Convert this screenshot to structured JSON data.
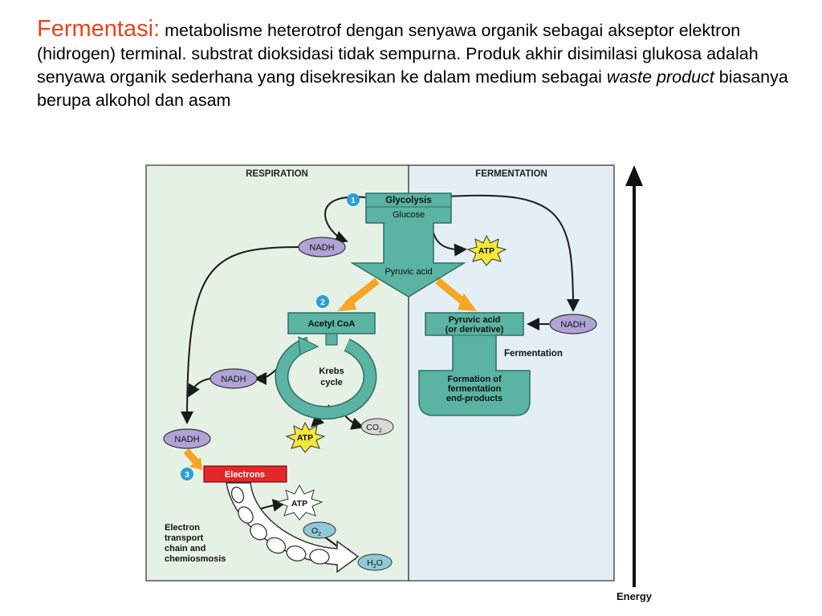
{
  "slide": {
    "title": "Fermentasi:",
    "body_part1": " metabolisme heterotrof dengan senyawa organik sebagai akseptor elektron (hidrogen) terminal. substrat dioksidasi tidak sempurna. Produk akhir disimilasi glukosa adalah senyawa organik sederhana yang disekresikan ke dalam medium sebagai ",
    "body_italic": "waste product",
    "body_part2": " biasanya berupa alkohol dan asam"
  },
  "diagram": {
    "panel_left": "RESPIRATION",
    "panel_right": "FERMENTATION",
    "step1": "1",
    "step2": "2",
    "step3": "3",
    "glycolysis": "Glycolysis",
    "glucose": "Glucose",
    "pyruvic_acid": "Pyruvic acid",
    "acetyl_coa": "Acetyl CoA",
    "krebs_line1": "Krebs",
    "krebs_line2": "cycle",
    "nadh": "NADH",
    "atp": "ATP",
    "co2": "CO",
    "co2_sub": "2",
    "electrons": "Electrons",
    "etc_line1": "Electron",
    "etc_line2": "transport",
    "etc_line3": "chain and",
    "etc_line4": "chemiosmosis",
    "o2": "O",
    "o2_sub": "2",
    "h2o_h": "H",
    "h2o_sub": "2",
    "h2o_o": "O",
    "ferm_pyruvic_line1": "Pyruvic acid",
    "ferm_pyruvic_line2": "(or derivative)",
    "fermentation_label": "Fermentation",
    "formation_line1": "Formation of",
    "formation_line2": "fermentation",
    "formation_line3": "end-products",
    "energy": "Energy",
    "colors": {
      "teal": "#5ab3a3",
      "nadh": "#b0a4d6",
      "atp": "#f5e63a",
      "electrons": "#e5262a",
      "o2": "#8fc8d6",
      "orange": "#f5a623"
    }
  }
}
